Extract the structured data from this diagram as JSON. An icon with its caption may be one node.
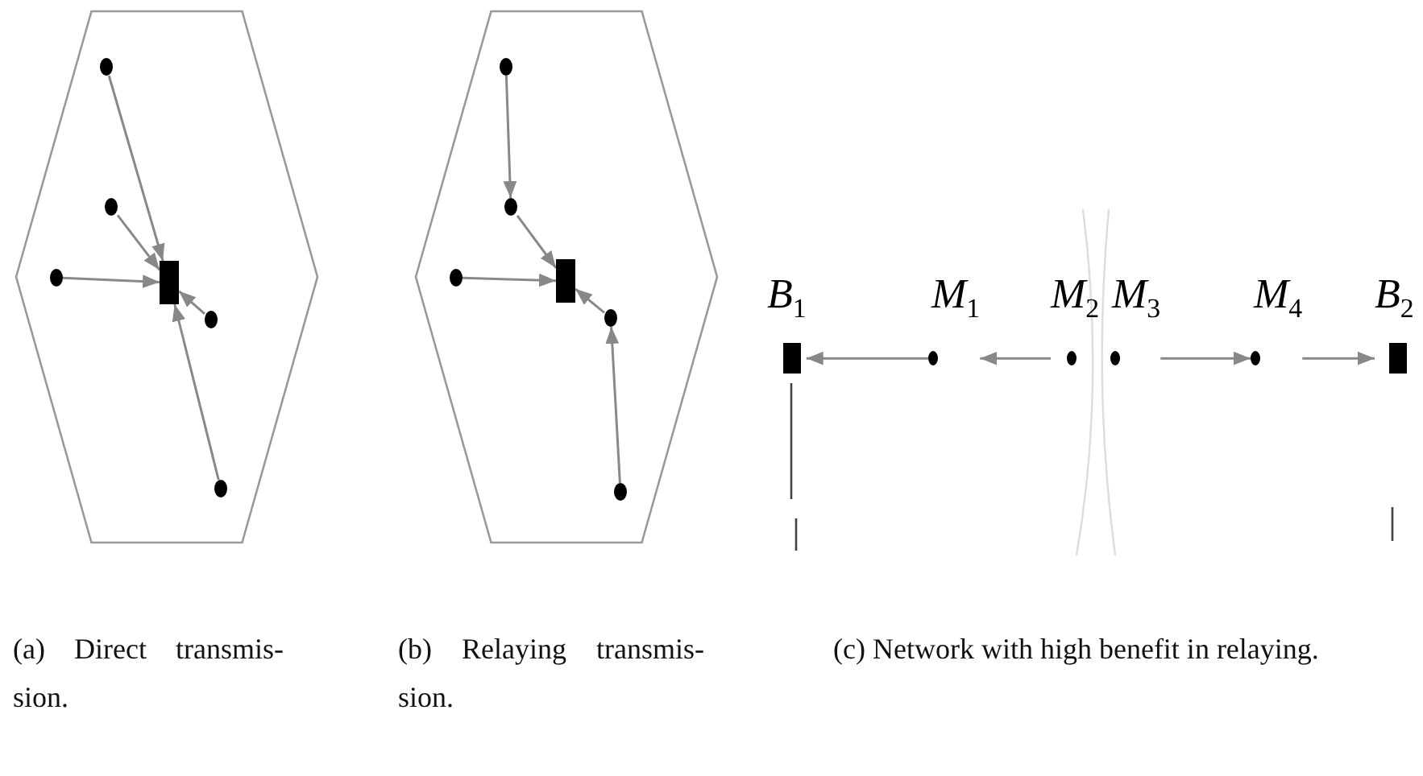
{
  "diagram": {
    "nodes": [
      {
        "text": [],
        "shape": "hexagon"
      },
      {
        "text": [],
        "shape": "box",
        "in": 0
      },
      {
        "text": [],
        "shape": "circle",
        "in": 0
      },
      {
        "text": [],
        "shape": "circle",
        "in": 0
      },
      {
        "text": [],
        "shape": "circle",
        "in": 0
      },
      {
        "text": [],
        "shape": "circle",
        "in": 0
      },
      {
        "text": [],
        "shape": "circle",
        "in": 0
      },
      {
        "text": [],
        "shape": "hexagon"
      },
      {
        "text": [],
        "shape": "box",
        "in": 7
      },
      {
        "text": [],
        "shape": "circle",
        "in": 7
      },
      {
        "text": [],
        "shape": "circle",
        "in": 7
      },
      {
        "text": [],
        "shape": "circle",
        "in": 7
      },
      {
        "text": [],
        "shape": "circle",
        "in": 7
      },
      {
        "text": [],
        "shape": "circle",
        "in": 7
      },
      {
        "text": [
          "B$_{1}$"
        ]
      },
      {
        "text": [
          "M$_{1}$"
        ]
      },
      {
        "text": [
          "M$_{2}$"
        ]
      },
      {
        "text": [
          "M$_{3}$"
        ]
      },
      {
        "text": [
          "M$_{4}$"
        ]
      },
      {
        "text": [
          "B$_{2}$"
        ]
      }
    ],
    "edges": [
      {
        "from": 2,
        "to": 1,
        "arrow": "to"
      },
      {
        "from": 3,
        "to": 1,
        "arrow": "to"
      },
      {
        "from": 4,
        "to": 1,
        "arrow": "to"
      },
      {
        "from": 5,
        "to": 1,
        "arrow": "to"
      },
      {
        "from": 6,
        "to": 1,
        "arrow": "to"
      },
      {
        "from": 9,
        "to": 10,
        "arrow": "to"
      },
      {
        "from": 10,
        "to": 8,
        "arrow": "to"
      },
      {
        "from": 11,
        "to": 8,
        "arrow": "to"
      },
      {
        "from": 13,
        "to": 12,
        "arrow": "to"
      },
      {
        "from": 12,
        "to": 8,
        "arrow": "to"
      },
      {
        "from": 15,
        "to": 14,
        "arrow": "to"
      },
      {
        "from": 16,
        "to": 15,
        "arrow": "to"
      },
      {
        "from": 17,
        "to": 18,
        "arrow": "to"
      },
      {
        "from": 18,
        "to": 19,
        "arrow": "to"
      }
    ],
    "labels": [
      "(a) Direct transmis- sion.",
      "(b) Relaying transmis- sion.",
      "(c) Network with high benefit in relaying."
    ]
  }
}
